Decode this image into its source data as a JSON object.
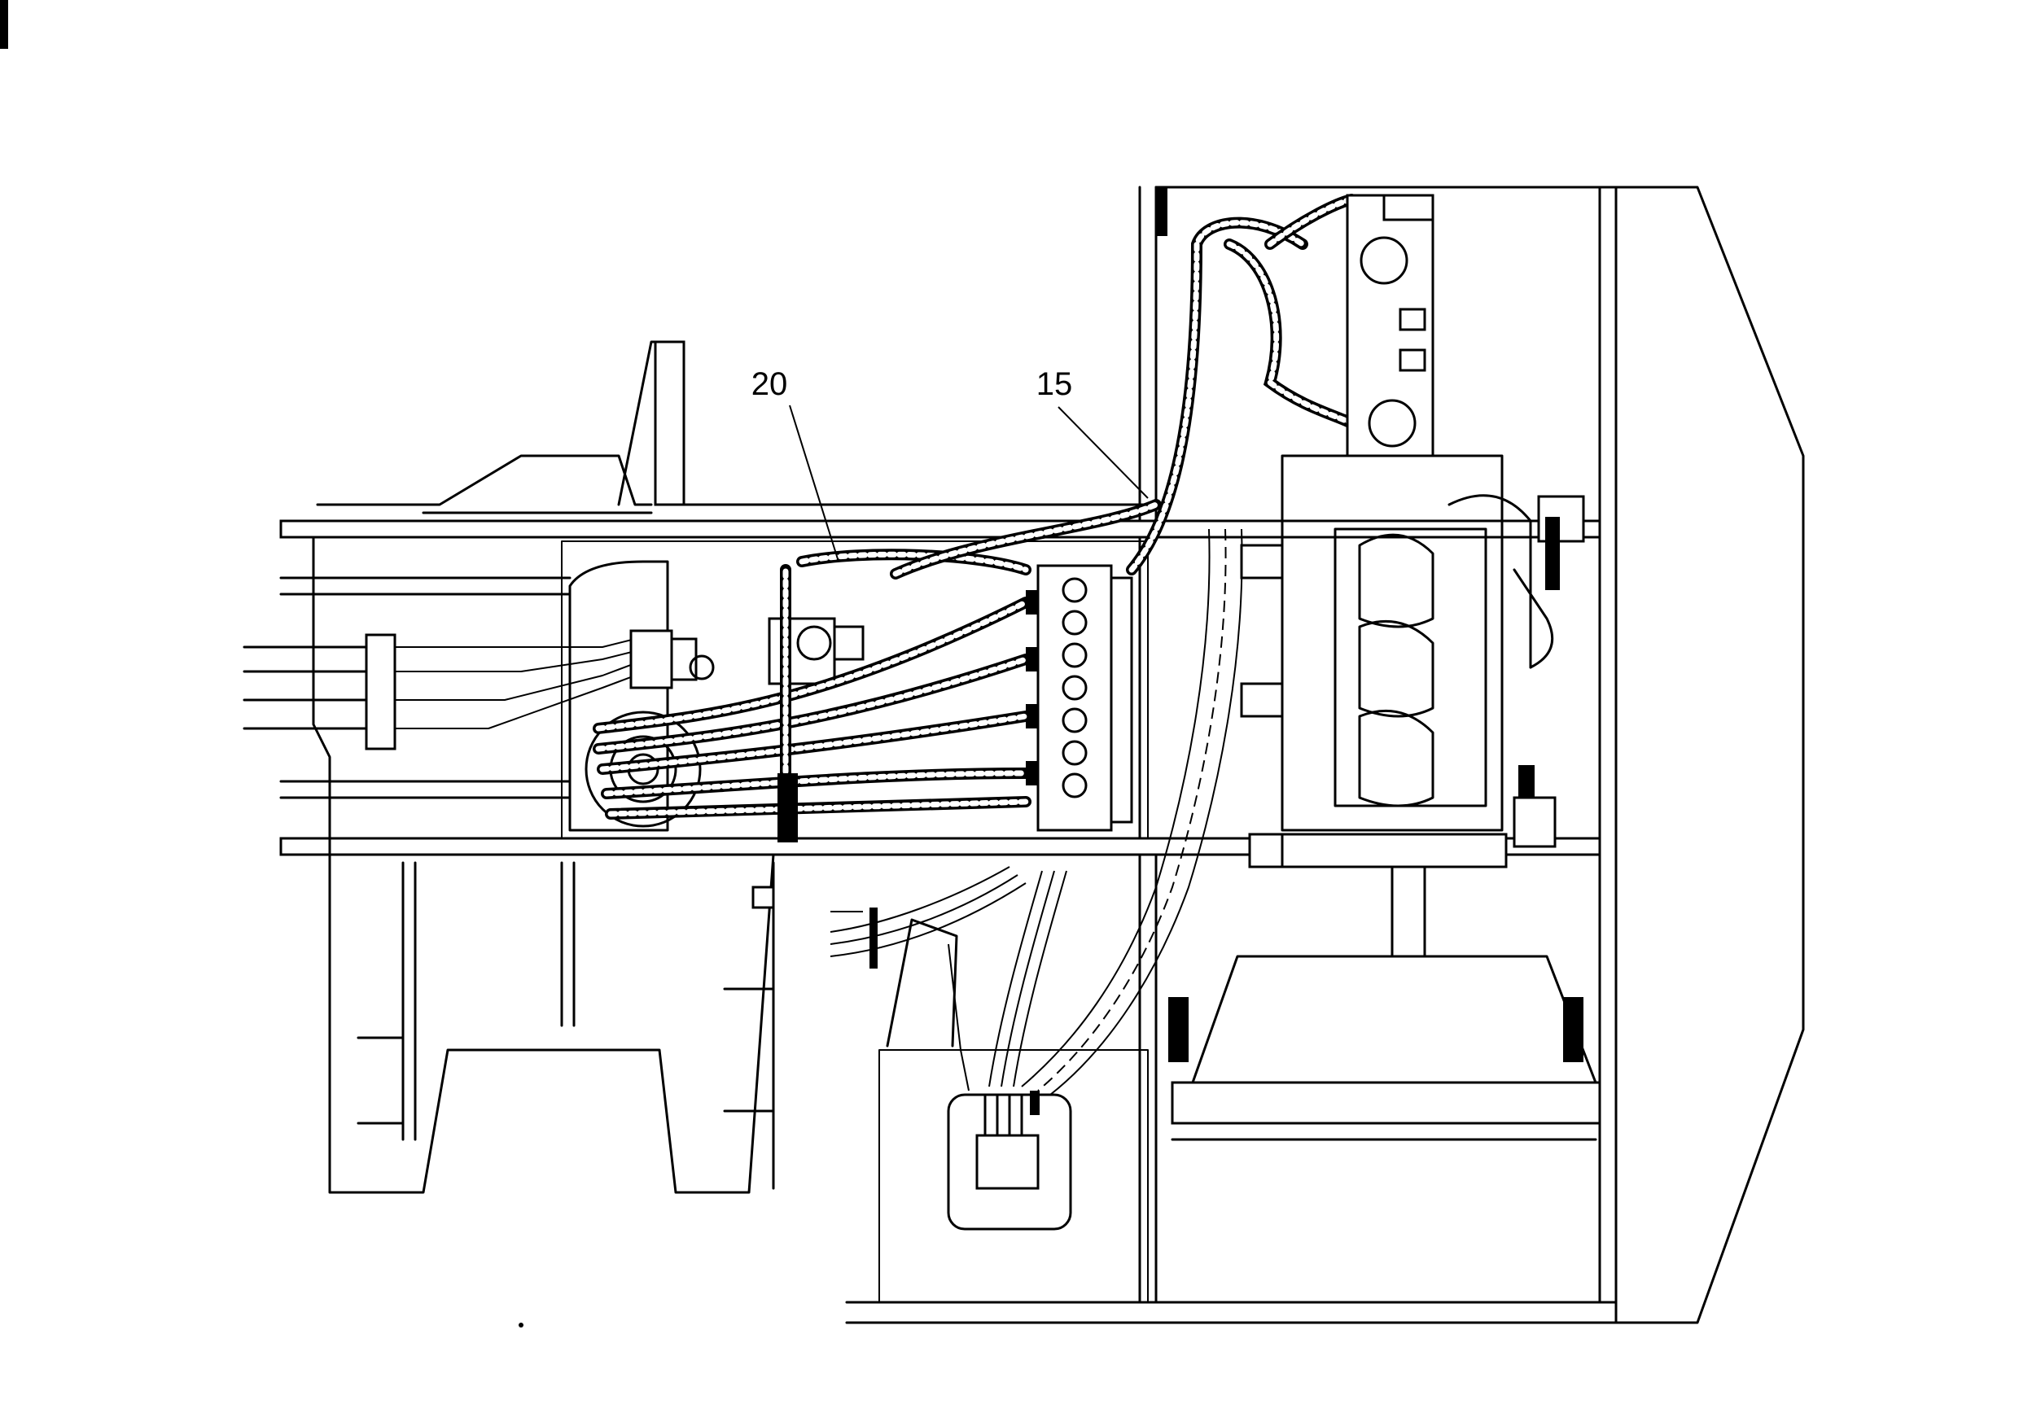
{
  "callouts": [
    {
      "id": "20",
      "label": "20"
    },
    {
      "id": "15",
      "label": "15"
    }
  ],
  "colors": {
    "line": "#000000",
    "background": "#ffffff"
  }
}
